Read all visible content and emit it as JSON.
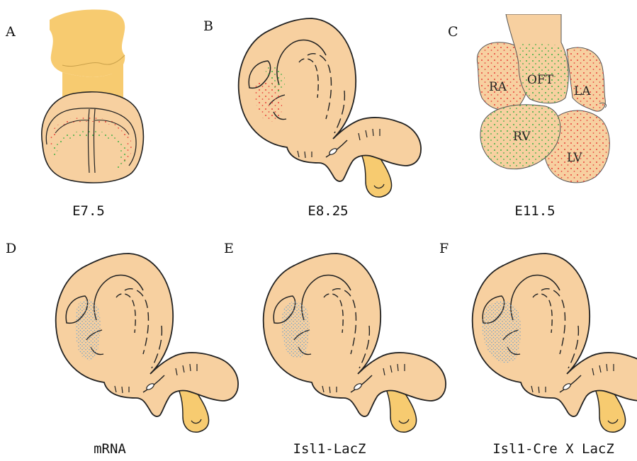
{
  "colors": {
    "tissue": "#f7d0a0",
    "yolk": "#f7cb70",
    "outline": "#222222",
    "red_dots": "#e8403a",
    "green_dots": "#3cb043",
    "blue_dots": "#6aa5d6"
  },
  "panels": [
    {
      "letter": "A",
      "caption": "E7.5"
    },
    {
      "letter": "B",
      "caption": "E8.25"
    },
    {
      "letter": "C",
      "caption": "E11.5"
    },
    {
      "letter": "D",
      "caption": "mRNA"
    },
    {
      "letter": "E",
      "caption": "Isl1-LacZ"
    },
    {
      "letter": "F",
      "caption": "Isl1-Cre X LacZ"
    }
  ],
  "heart_labels": {
    "ra": "RA",
    "oft": "OFT",
    "la": "LA",
    "rv": "RV",
    "lv": "LV"
  }
}
